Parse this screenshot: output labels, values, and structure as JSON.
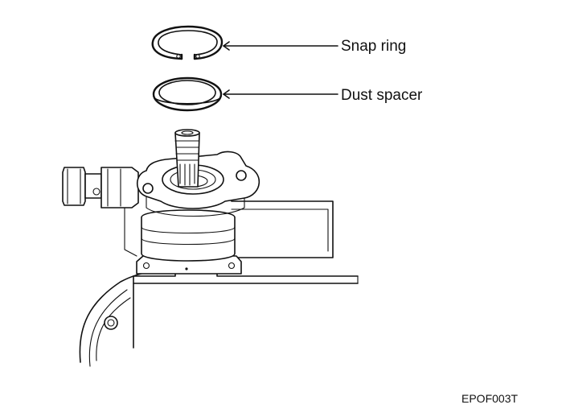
{
  "figure": {
    "labels": {
      "snap_ring": "Snap ring",
      "dust_spacer": "Dust spacer"
    },
    "figure_code": "EPOF003T"
  }
}
